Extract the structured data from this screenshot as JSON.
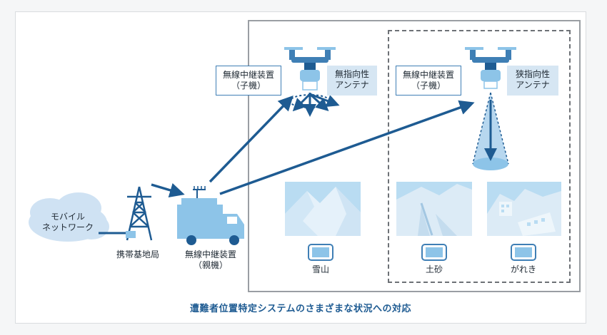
{
  "labels": {
    "cloud": [
      "モバイル",
      "ネットワーク"
    ],
    "base_station": "携帯基地局",
    "parent_relay": [
      "無線中継装置",
      "（親機）"
    ],
    "child_relay_1": [
      "無線中継装置",
      "（子機）"
    ],
    "antenna_1": [
      "無指向性",
      "アンテナ"
    ],
    "child_relay_2": [
      "無線中継装置",
      "（子機）"
    ],
    "antenna_2": [
      "狭指向性",
      "アンテナ"
    ],
    "scene_snow": "雪山",
    "scene_landslide": "土砂",
    "scene_rubble": "がれき"
  },
  "caption": "遭難者位置特定システムのさまざまな状況への対応",
  "colors": {
    "dark_blue": "#1e5b92",
    "mid_blue": "#3f7fb5",
    "light_blue": "#8dc4e8",
    "pale_blue": "#d6e6f3"
  }
}
